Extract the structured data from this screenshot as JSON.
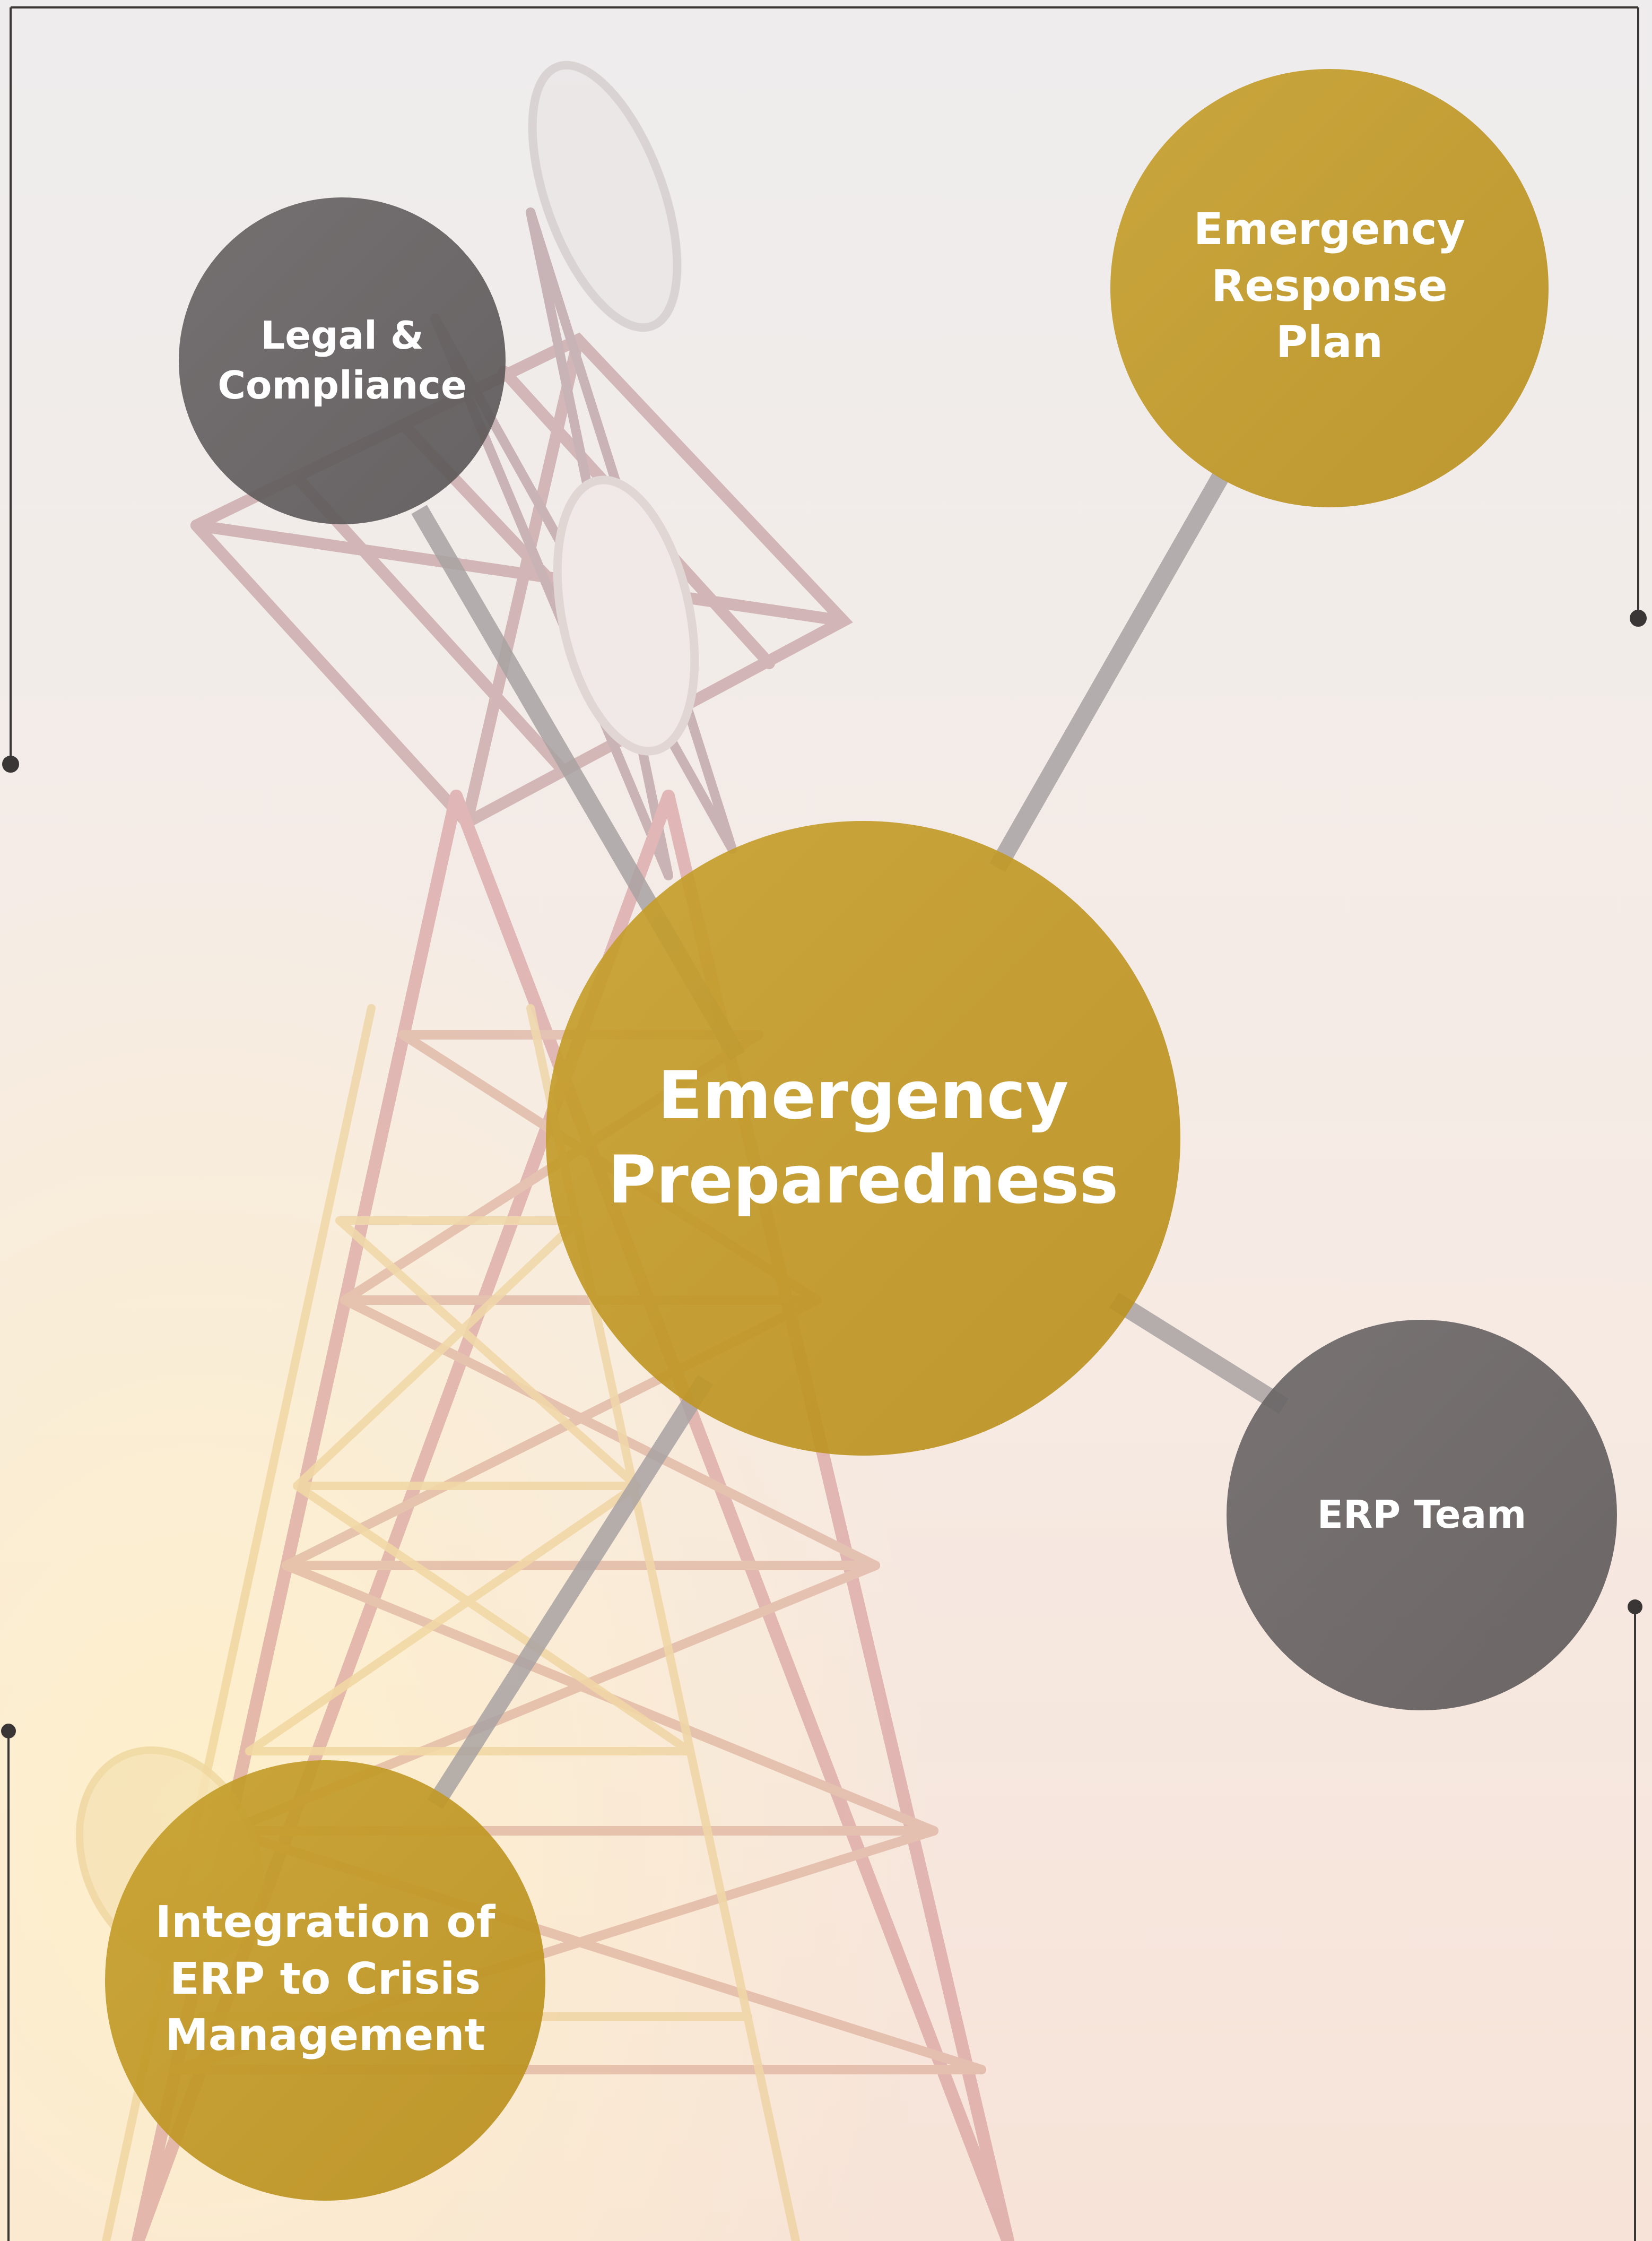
{
  "colors": {
    "gold": "#c39b26",
    "gold_dark": "#b88f1d",
    "gray": "#6e6764",
    "gray_dark": "#5b5657",
    "connector": "#a9a3a3",
    "frame_line": "#3a3636",
    "text": "#ffffff",
    "tower_red": "#c97f86",
    "tower_gold": "#e6c27a"
  },
  "diagram": {
    "center": {
      "label": "Emergency\nPreparedness"
    },
    "nodes": [
      {
        "id": "legal",
        "label": "Legal &\nCompliance",
        "color": "gray"
      },
      {
        "id": "erp-plan",
        "label": "Emergency\nResponse\nPlan",
        "color": "gold"
      },
      {
        "id": "erp-team",
        "label": "ERP Team",
        "color": "gray"
      },
      {
        "id": "integration",
        "label": "Integration of\nERP to Crisis\nManagement",
        "color": "gold"
      }
    ]
  }
}
